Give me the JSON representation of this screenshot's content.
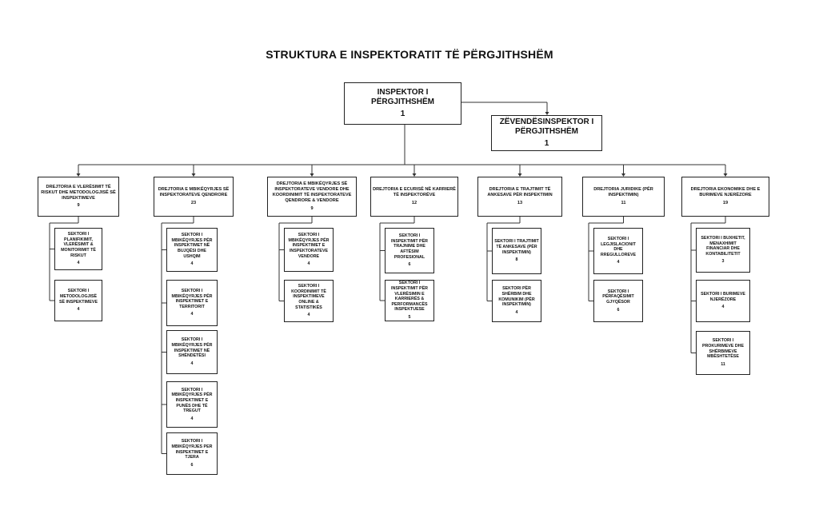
{
  "title": "STRUKTURA E INSPEKTORATIT TË PËRGJITHSHËM",
  "inspector": {
    "label": "INSPEKTOR I PËRGJITHSHËM",
    "count": "1"
  },
  "deputy": {
    "label": "ZËVENDËSINSPEKTOR I PËRGJITHSHËM",
    "count": "1"
  },
  "directorates": [
    {
      "label": "DREJTORIA E VLERËSIMIT TË RISKUT DHE METODOLOGJISË SË INSPEKTIMEVE",
      "count": "9",
      "sectors": [
        {
          "label": "SEKTORI I PLANIFIKIMIT, VLERËSIMIT & MONITORIMIT TË RISKUT",
          "count": "4"
        },
        {
          "label": "SEKTORI I METODOLOGJISË SË INSPEKTIMEVE",
          "count": "4"
        }
      ]
    },
    {
      "label": "DREJTORIA E MBIKËQYRJES SË INSPEKTORATEVE QENDRORE",
      "count": "23",
      "sectors": [
        {
          "label": "SEKTORI I MBIKËQYRJES PËR INSPEKTIMET NË BUJQËSI DHE USHQIM",
          "count": "4"
        },
        {
          "label": "SEKTORI I MBIKËQYRJES PËR INSPEKTIMET E TERRITORIT",
          "count": "4"
        },
        {
          "label": "SEKTORI I MBIKËQYRJES PËR INSPEKTIMET NË SHËNDETËSI",
          "count": "4"
        },
        {
          "label": "SEKTORI I MBIKËQYRJES PËR INSPEKTIMET E PUNËS DHE TË TREGUT",
          "count": "4"
        },
        {
          "label": "SEKTORI I MBIKËQYRJES PER INSPEKTIMET E TJERA",
          "count": "6"
        }
      ]
    },
    {
      "label": "DREJTORIA E MBIKËQYRJES SË INSPEKTORATEVE VENDORE DHE KOORDINIMIT TË INSPEKTORATEVE QENDRORE & VENDORE",
      "count": "9",
      "sectors": [
        {
          "label": "SEKTORI I MBIKËQYRJES PËR INSPEKTIMET E INSPEKTORATEVE VENDORE",
          "count": "4"
        },
        {
          "label": "SEKTORI I KOORDINIMIT TË INSPEKTIMEVE ONLINE & STATISTIKËS",
          "count": "4"
        }
      ]
    },
    {
      "label": "DREJTORIA E ECURISË NË KARRIERË TË INSPEKTORËVE",
      "count": "12",
      "sectors": [
        {
          "label": "SEKTORI I INSPEKTIMIT PËR TRAJNIME DHE AFTËSIM PROFESIONAL",
          "count": "6"
        },
        {
          "label": "SEKTORI I INSPEKTIMIT PËR VLERËSIMIN E KARRIERËS & PERFORMANCËS INSPEKTUESE",
          "count": "5"
        }
      ]
    },
    {
      "label": "DREJTORIA E TRAJTIMIT TË ANKESAVE PËR INSPEKTIMIN",
      "count": "13",
      "sectors": [
        {
          "label": "SEKTORI I TRAJTIMIT TË ANKESAVE (PËR INSPEKTIMIN)",
          "count": "8"
        },
        {
          "label": "SEKTORI PËR SHËRBIM DHE KOMUNIKIM (PËR INSPEKTIMIN)",
          "count": "4"
        }
      ]
    },
    {
      "label": "DREJTORIA JURIDIKE (PËR INSPEKTIMIN)",
      "count": "11",
      "sectors": [
        {
          "label": "SEKTORI I LEGJISLACIONIT DHE RREGULLOREVE",
          "count": "4"
        },
        {
          "label": "SEKTORI I PËRFAQËSIMIT GJYQËSOR",
          "count": "6"
        }
      ]
    },
    {
      "label": "DREJTORIA EKONOMIKE DHE E BURIMEVE NJERËZORE",
      "count": "19",
      "sectors": [
        {
          "label": "SEKTORI I BUXHETIT, MENAXHIMIT FINANCIAR DHE KONTABILITETIT",
          "count": "3"
        },
        {
          "label": "SEKTORI I BURIMEVE NJERËZORE",
          "count": "4"
        },
        {
          "label": "SEKTORI I PROKURIMEVE DHE SHËRBIMEVE MBËSHTETËSE",
          "count": "11"
        }
      ]
    }
  ]
}
